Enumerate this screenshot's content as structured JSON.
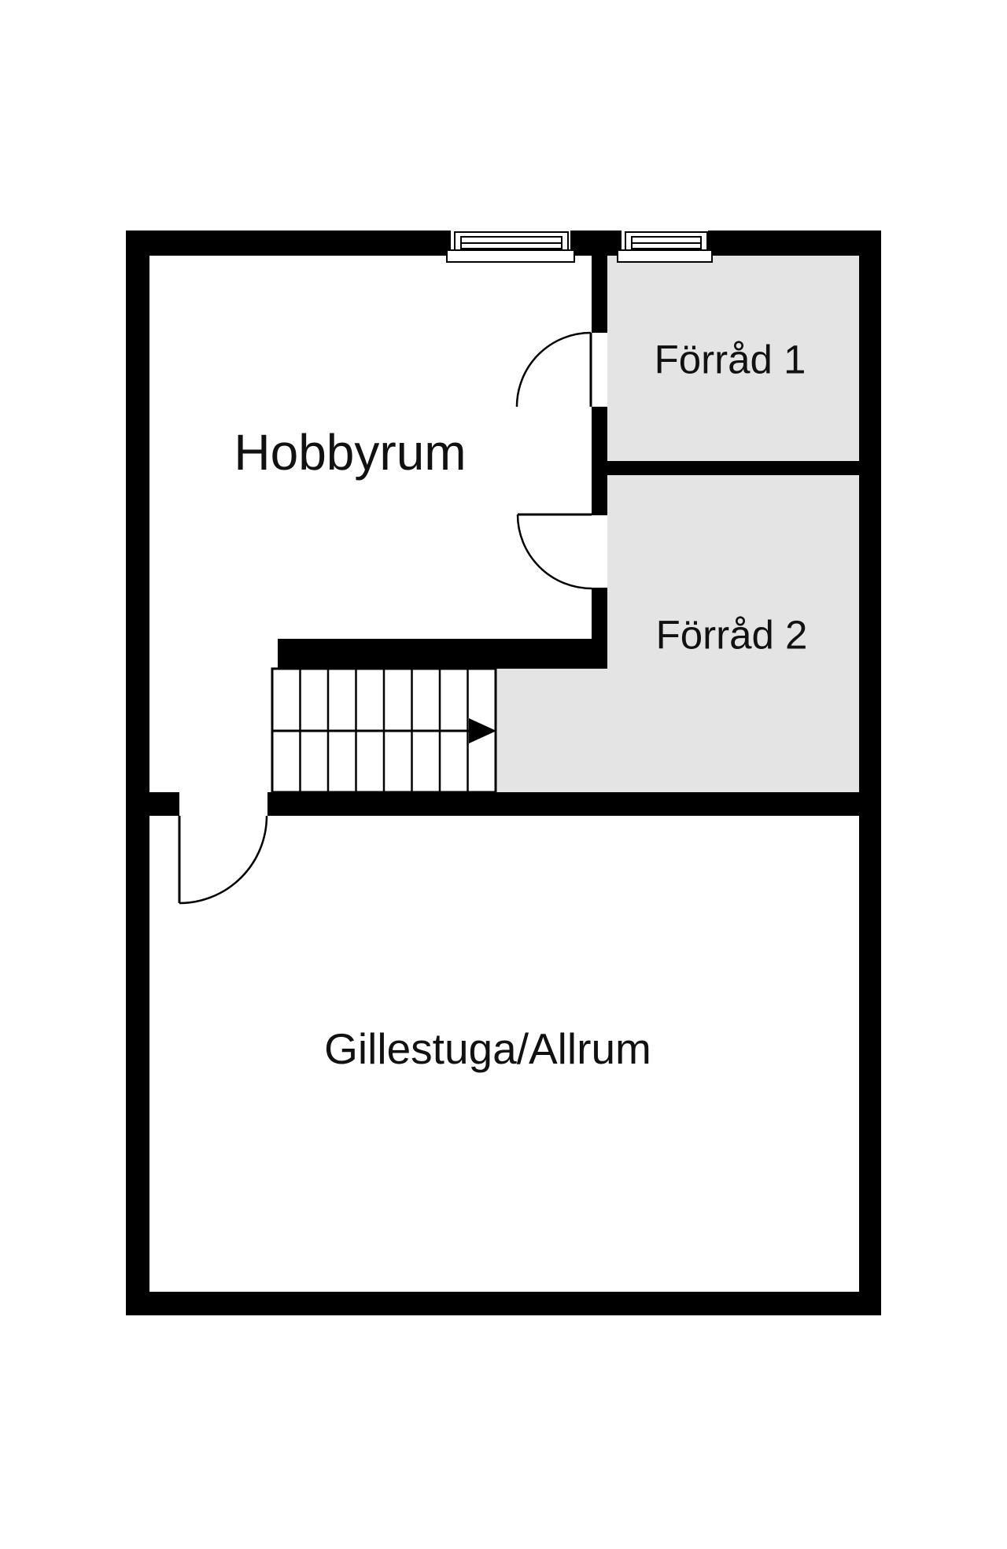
{
  "colors": {
    "wall": "#000000",
    "storage_floor": "#e4e4e4",
    "floor": "#ffffff",
    "text": "#111111"
  },
  "rooms": [
    {
      "id": "hobbyrum",
      "label": "Hobbyrum"
    },
    {
      "id": "forrad-1",
      "label": "Förråd 1"
    },
    {
      "id": "forrad-2",
      "label": "Förråd 2"
    },
    {
      "id": "gillestuga",
      "label": "Gillestuga/Allrum"
    }
  ],
  "stairs": {
    "tread_columns": 8,
    "flights": 2,
    "direction_arrow": "right"
  },
  "windows": {
    "count": 2
  },
  "doors": {
    "count": 3
  }
}
